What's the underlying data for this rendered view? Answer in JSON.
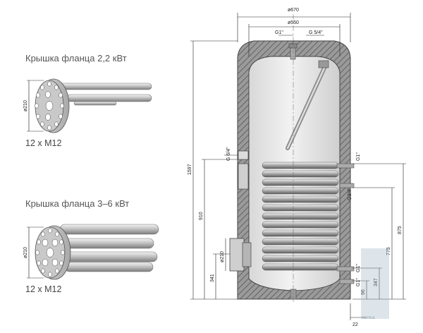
{
  "flange_small": {
    "title": "Крышка фланца 2,2 кВт",
    "diameter": "ø210",
    "bolts": "12 x M12"
  },
  "flange_large": {
    "title": "Крышка фланца 3–6 кВт",
    "diameter": "ø210",
    "bolts": "12 x M12"
  },
  "tank": {
    "dim_outer": "ø670",
    "dim_inner": "ø550",
    "top_left_port": "G1\"",
    "top_right_port": "G 5/4\"",
    "left_port": "G 6/4\"",
    "coil_top_port": "G1\"",
    "middle_port": "G3/4\"",
    "flange_dim": "ø210",
    "bottom_port_1": "G1\"",
    "bottom_port_2": "G1\"",
    "height_total": "1597",
    "height_910": "910",
    "height_341": "341",
    "height_875": "875",
    "height_775": "775",
    "height_347": "347",
    "height_96": "96",
    "height_22": "22"
  },
  "watermark": "terma"
}
